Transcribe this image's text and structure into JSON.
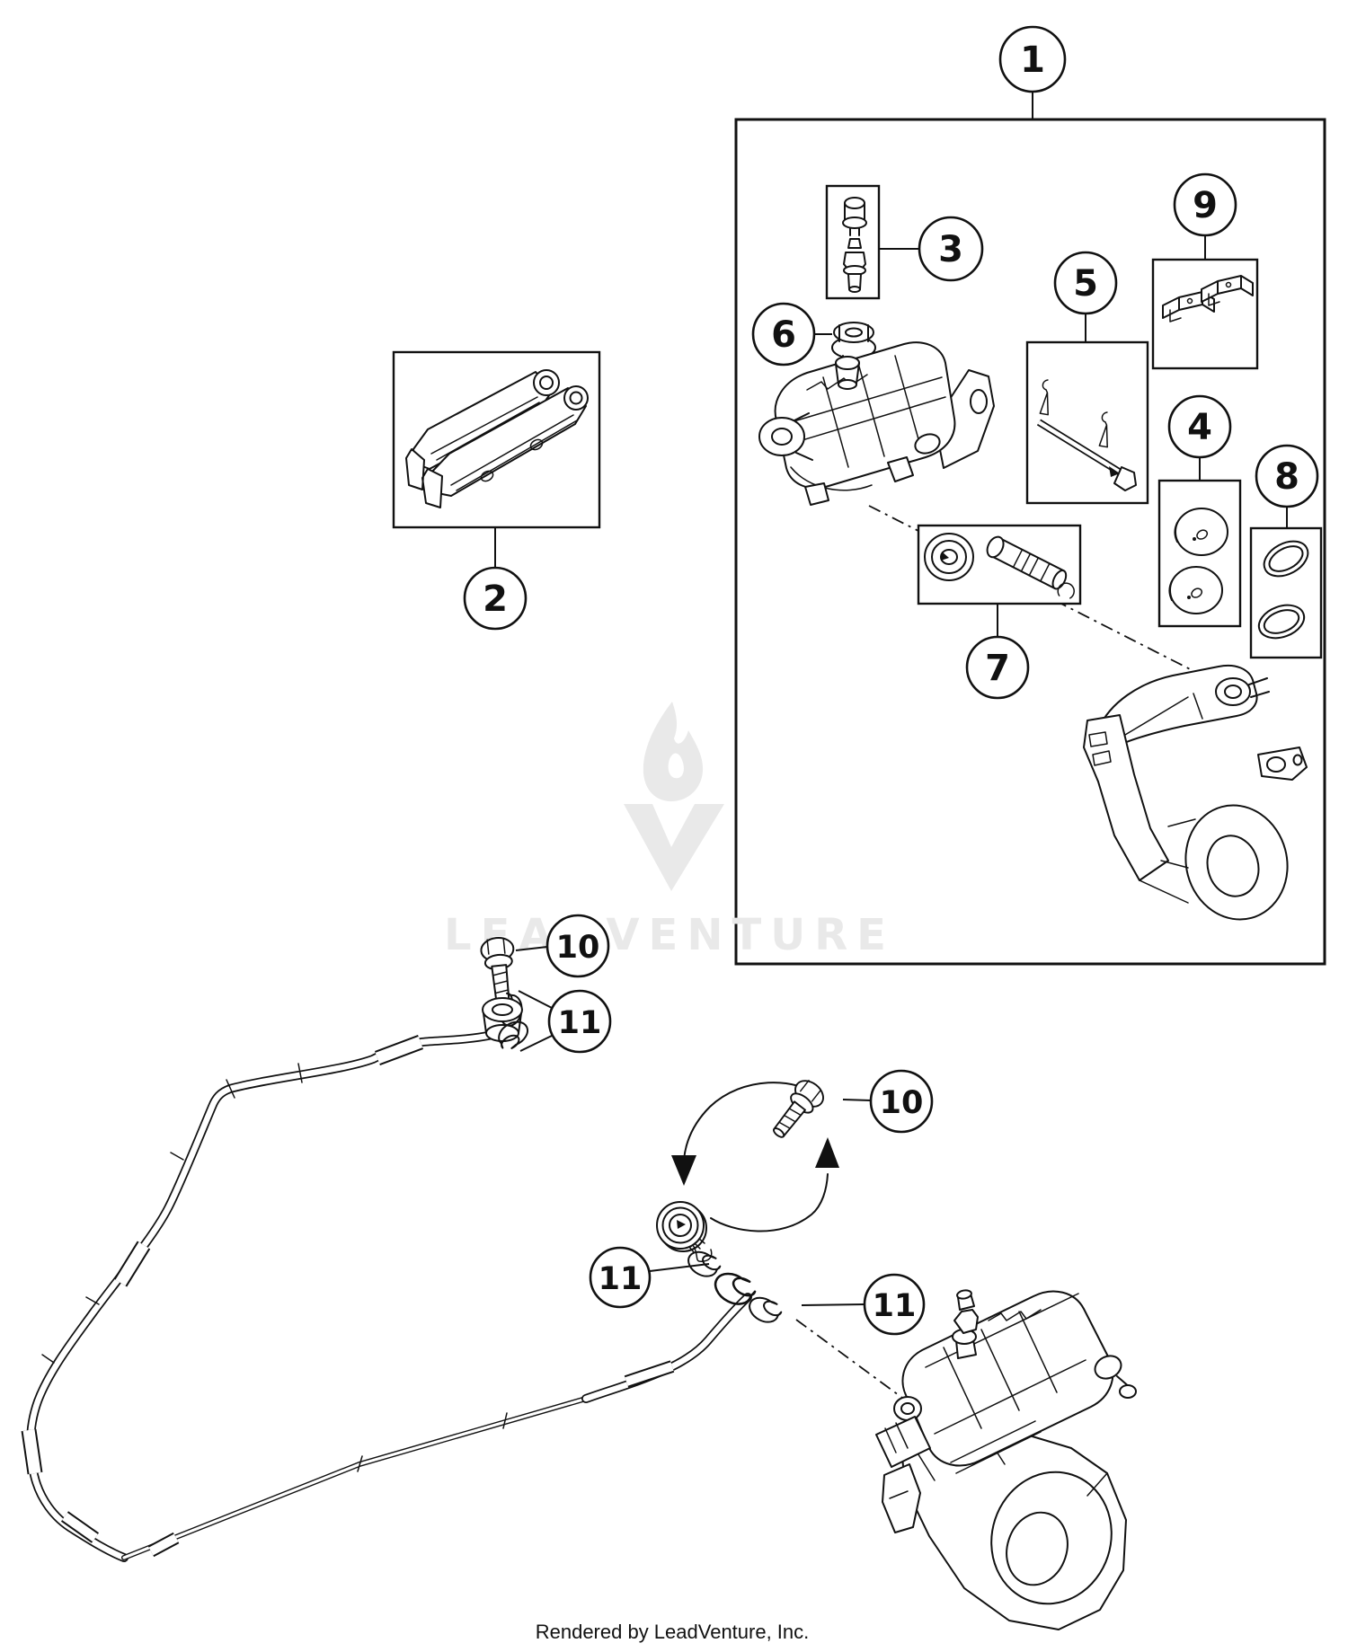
{
  "page": {
    "background_color": "#ffffff",
    "line_color": "#111111",
    "watermark_color": "#e9e9e9",
    "footer_text": "Rendered by LeadVenture, Inc.",
    "watermark_text": "LEADVENTURE"
  },
  "callouts": [
    {
      "label": "1"
    },
    {
      "label": "2"
    },
    {
      "label": "3"
    },
    {
      "label": "5"
    },
    {
      "label": "6"
    },
    {
      "label": "9"
    },
    {
      "label": "4"
    },
    {
      "label": "8"
    },
    {
      "label": "7"
    },
    {
      "label": "10"
    },
    {
      "label": "11"
    },
    {
      "label": "10"
    },
    {
      "label": "11"
    },
    {
      "label": "11"
    }
  ]
}
